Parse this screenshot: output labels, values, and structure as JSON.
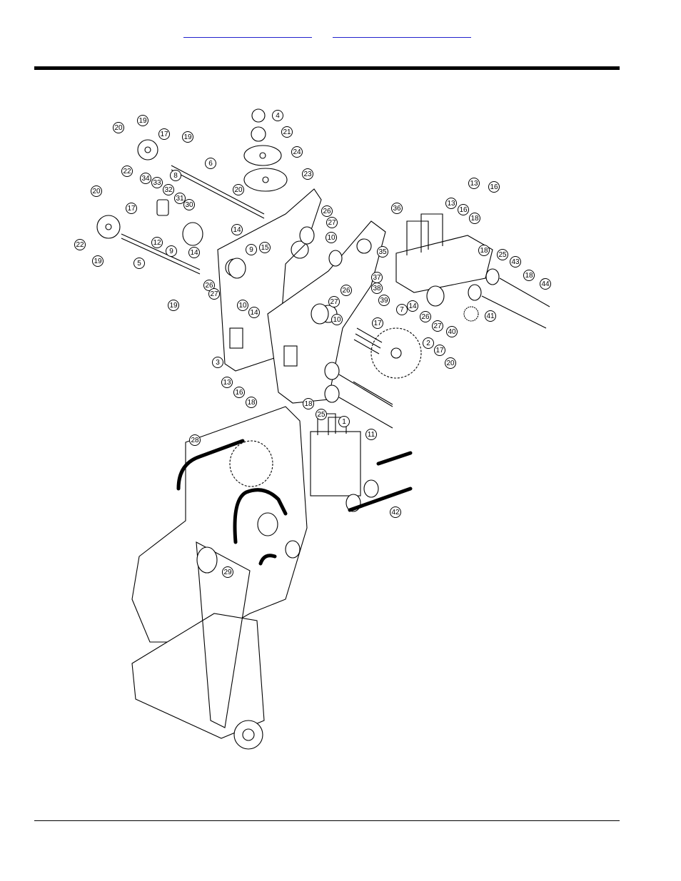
{
  "header": {
    "links": [
      "",
      ""
    ]
  },
  "diagram": {
    "callouts": [
      {
        "n": "4"
      },
      {
        "n": "21"
      },
      {
        "n": "24"
      },
      {
        "n": "23"
      },
      {
        "n": "20"
      },
      {
        "n": "19"
      },
      {
        "n": "20"
      },
      {
        "n": "17"
      },
      {
        "n": "19"
      },
      {
        "n": "22"
      },
      {
        "n": "6"
      },
      {
        "n": "8"
      },
      {
        "n": "34"
      },
      {
        "n": "33"
      },
      {
        "n": "32"
      },
      {
        "n": "31"
      },
      {
        "n": "30"
      },
      {
        "n": "20"
      },
      {
        "n": "17"
      },
      {
        "n": "22"
      },
      {
        "n": "19"
      },
      {
        "n": "12"
      },
      {
        "n": "9"
      },
      {
        "n": "5"
      },
      {
        "n": "14"
      },
      {
        "n": "19"
      },
      {
        "n": "26"
      },
      {
        "n": "27"
      },
      {
        "n": "9"
      },
      {
        "n": "15"
      },
      {
        "n": "10"
      },
      {
        "n": "14"
      },
      {
        "n": "14"
      },
      {
        "n": "26"
      },
      {
        "n": "27"
      },
      {
        "n": "10"
      },
      {
        "n": "3"
      },
      {
        "n": "13"
      },
      {
        "n": "16"
      },
      {
        "n": "18"
      },
      {
        "n": "26"
      },
      {
        "n": "27"
      },
      {
        "n": "10"
      },
      {
        "n": "17"
      },
      {
        "n": "7"
      },
      {
        "n": "2"
      },
      {
        "n": "17"
      },
      {
        "n": "20"
      },
      {
        "n": "18"
      },
      {
        "n": "25"
      },
      {
        "n": "1"
      },
      {
        "n": "11"
      },
      {
        "n": "36"
      },
      {
        "n": "13"
      },
      {
        "n": "16"
      },
      {
        "n": "13"
      },
      {
        "n": "16"
      },
      {
        "n": "18"
      },
      {
        "n": "35"
      },
      {
        "n": "37"
      },
      {
        "n": "38"
      },
      {
        "n": "39"
      },
      {
        "n": "14"
      },
      {
        "n": "18"
      },
      {
        "n": "25"
      },
      {
        "n": "43"
      },
      {
        "n": "18"
      },
      {
        "n": "44"
      },
      {
        "n": "26"
      },
      {
        "n": "27"
      },
      {
        "n": "40"
      },
      {
        "n": "41"
      },
      {
        "n": "28"
      },
      {
        "n": "42"
      },
      {
        "n": "29"
      }
    ]
  }
}
